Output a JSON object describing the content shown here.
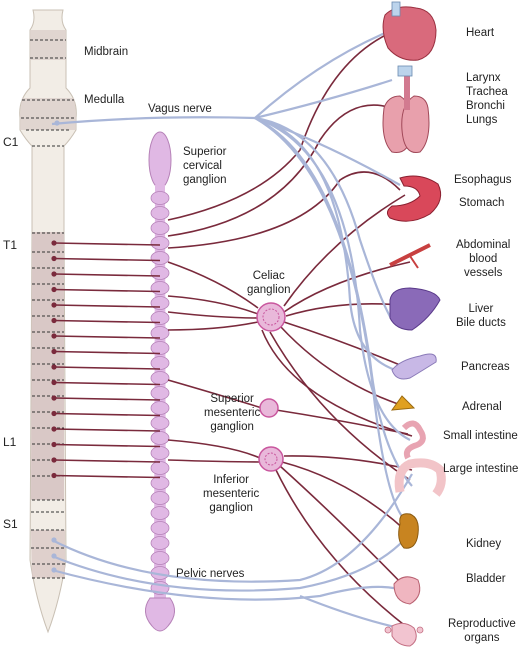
{
  "spine_regions": {
    "midbrain": "Midbrain",
    "medulla": "Medulla"
  },
  "spinal_levels": {
    "c1": "C1",
    "t1": "T1",
    "l1": "L1",
    "s1": "S1"
  },
  "nerves": {
    "vagus": "Vagus nerve",
    "pelvic": "Pelvic nerves"
  },
  "ganglia": {
    "superior_cervical": "Superior\ncervical\nganglion",
    "celiac": "Celiac\nganglion",
    "superior_mesenteric": "Superior\nmesenteric\nganglion",
    "inferior_mesenteric": "Inferior\nmesenteric\nganglion"
  },
  "organs": {
    "heart": "Heart",
    "larynx_lungs": "Larynx\nTrachea\nBronchi\nLungs",
    "esophagus": "Esophagus",
    "stomach": "Stomach",
    "abdominal_vessels": "Abdominal\nblood\nvessels",
    "liver": "Liver\nBile ducts",
    "pancreas": "Pancreas",
    "adrenal": "Adrenal",
    "small_intestine": "Small intestine",
    "large_intestine": "Large intestine",
    "kidney": "Kidney",
    "bladder": "Bladder",
    "reproductive": "Reproductive\norgans"
  },
  "colors": {
    "sympathetic": "#7a2a3c",
    "parasympathetic": "#a9b6d8",
    "spinal_cord": "#f2ede6",
    "thoracolumbar": "#d9c8c6",
    "ganglion_chain": "#e0b8e4",
    "ganglion": "#c9579e"
  }
}
